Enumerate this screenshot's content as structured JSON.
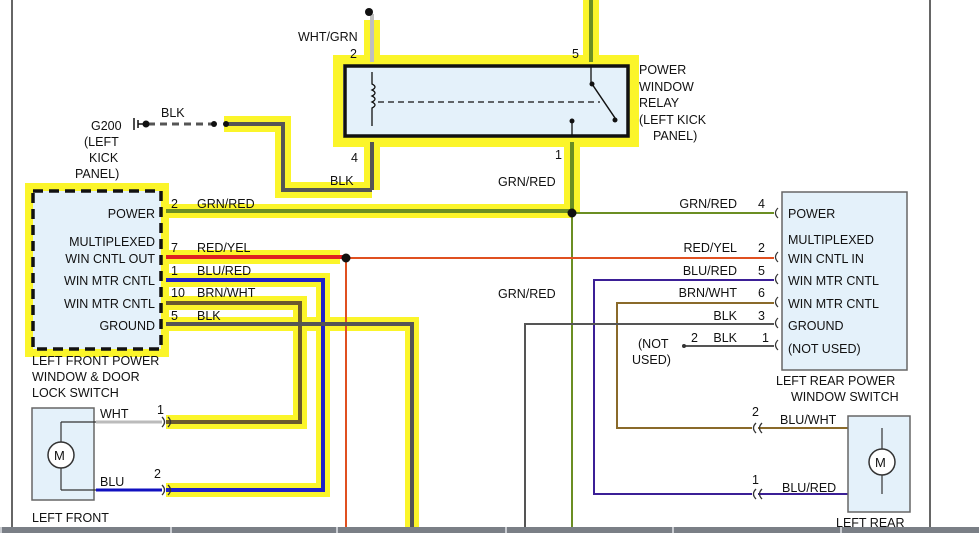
{
  "relay": {
    "label": [
      "POWER",
      "WINDOW",
      "RELAY",
      "(LEFT KICK",
      "PANEL)"
    ],
    "pins": {
      "p2": "2",
      "p4": "4",
      "p5": "5",
      "p1": "1"
    }
  },
  "ground_point": {
    "label": [
      "G200",
      "(LEFT",
      "KICK",
      "PANEL)"
    ]
  },
  "wires": {
    "wht_grn": "WHT/GRN",
    "blk_top": "BLK",
    "blk_relay": "BLK",
    "grn_red_relay": "GRN/RED",
    "grn_red_mid": "GRN/RED"
  },
  "left_switch": {
    "labels": [
      "POWER",
      "MULTIPLEXED",
      "WIN CNTL OUT",
      "WIN MTR CNTL",
      "WIN MTR CNTL",
      "GROUND"
    ],
    "pins": [
      "2",
      "7",
      "1",
      "10",
      "5"
    ],
    "wires": [
      "GRN/RED",
      "RED/YEL",
      "BLU/RED",
      "BRN/WHT",
      "BLK"
    ],
    "title": [
      "LEFT FRONT POWER",
      "WINDOW & DOOR",
      "LOCK SWITCH"
    ]
  },
  "right_switch": {
    "labels": [
      "POWER",
      "MULTIPLEXED",
      "WIN CNTL IN",
      "WIN MTR CNTL",
      "WIN MTR CNTL",
      "GROUND",
      "(NOT USED)"
    ],
    "pins": [
      "4",
      "2",
      "5",
      "6",
      "3",
      "1"
    ],
    "wires": [
      "GRN/RED",
      "RED/YEL",
      "BLU/RED",
      "BRN/WHT",
      "BLK",
      "BLK"
    ],
    "title": [
      "LEFT REAR POWER",
      "WINDOW SWITCH"
    ],
    "not_used": [
      "(NOT",
      "USED)"
    ],
    "not_used_pin": "2"
  },
  "left_motor": {
    "symbol": "M",
    "pins": [
      "1",
      "2"
    ],
    "wires": [
      "WHT",
      "BLU"
    ],
    "title": "LEFT FRONT"
  },
  "right_motor": {
    "symbol": "M",
    "pins": [
      "2",
      "1"
    ],
    "wires": [
      "BLU/WHT",
      "BLU/RED"
    ],
    "title": "LEFT REAR"
  },
  "colors": {
    "highlight": "#fbf52a",
    "component_fill": "#e4f1fa",
    "grn_red": "#6b8e23",
    "red_yel": "#e02020",
    "blu_red": "#3b1f96",
    "brn_wht": "#8a6a2a",
    "blk": "#555555",
    "blu": "#1010c0",
    "wht": "#cccccc"
  }
}
